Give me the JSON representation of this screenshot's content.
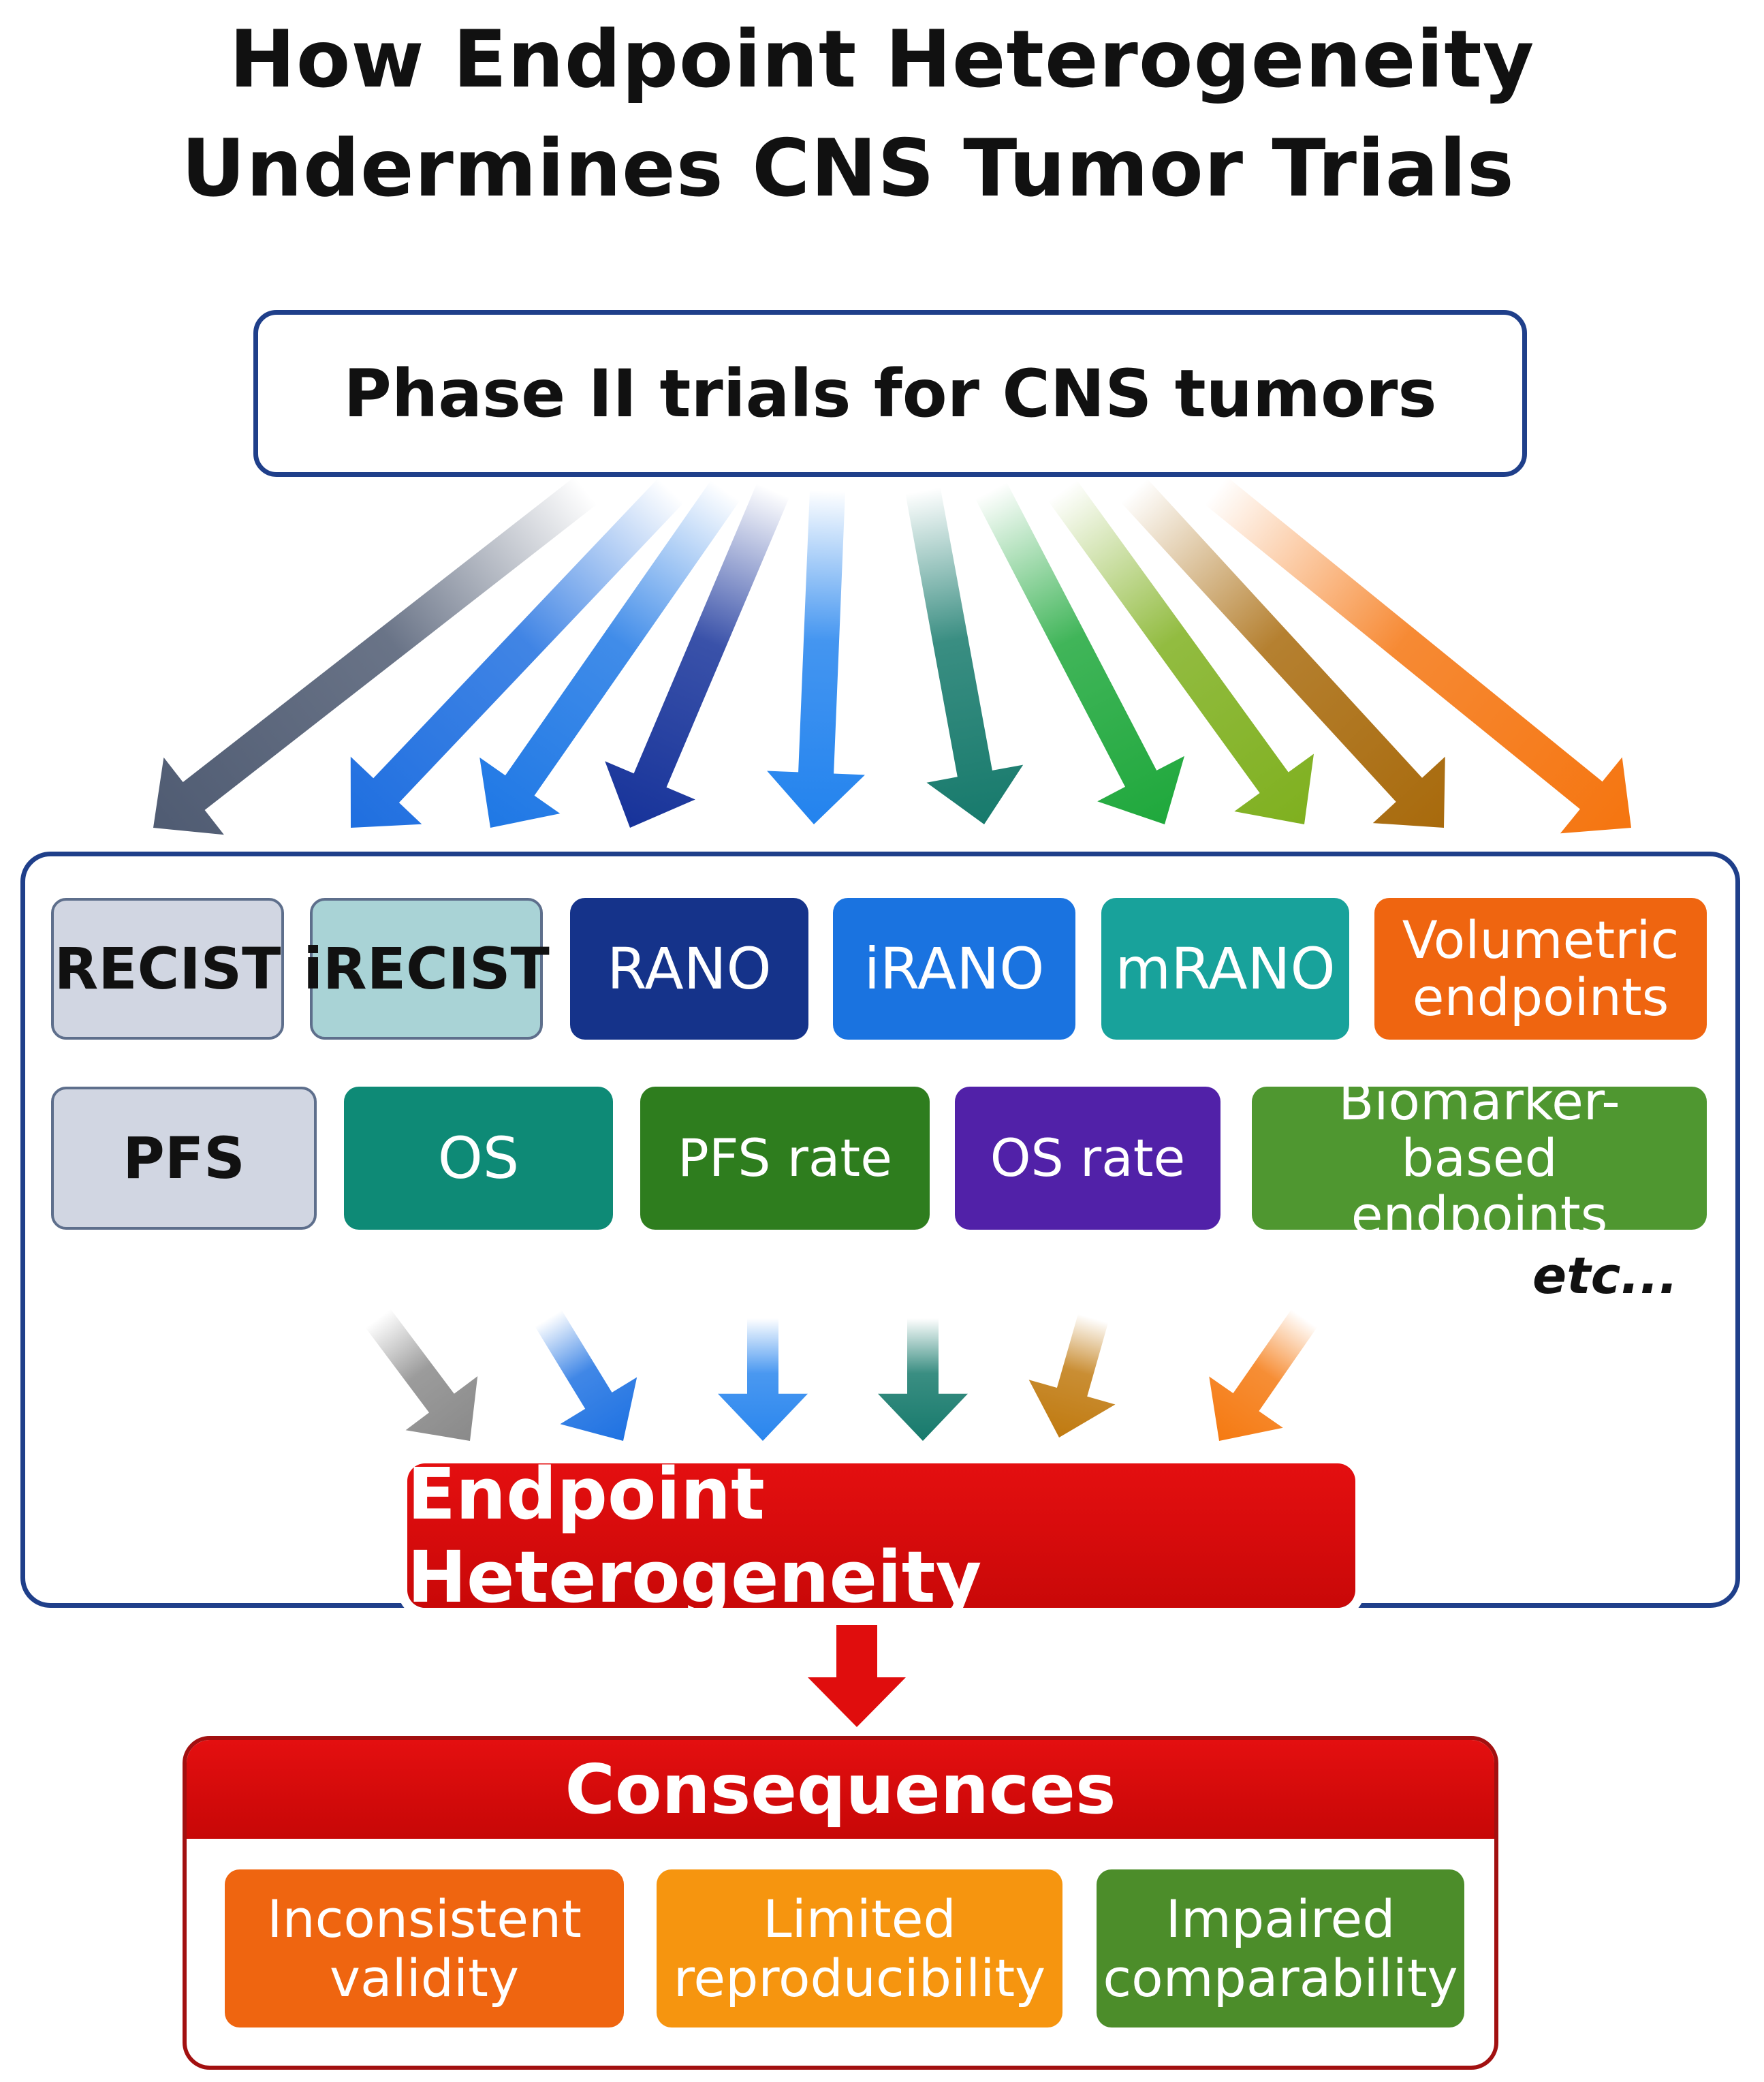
{
  "title": {
    "line1": "How Endpoint Heterogeneity",
    "line2": "Undermines CNS Tumor Trials"
  },
  "source_box": {
    "label": "Phase II trials for CNS tumors"
  },
  "endpoints_row1": [
    {
      "label": "RECIST",
      "color": "#d1d6e2"
    },
    {
      "label": "iRECIST",
      "color": "#a9d3d6"
    },
    {
      "label": "RANO",
      "color": "#15338a"
    },
    {
      "label": "iRANO",
      "color": "#1a73e0"
    },
    {
      "label": "mRANO",
      "color": "#18a29b"
    },
    {
      "label": "Volumetric endpoints",
      "color": "#ef6510"
    }
  ],
  "endpoints_row2": [
    {
      "label": "PFS",
      "color": "#d1d6e2"
    },
    {
      "label": "OS",
      "color": "#0e8a76"
    },
    {
      "label": "PFS rate",
      "color": "#2e7d1e"
    },
    {
      "label": "OS rate",
      "color": "#5121a8"
    },
    {
      "label": "Biomarker-based endpoints",
      "color": "#4f9730"
    }
  ],
  "etc_label": "etc...",
  "arrow_colors": {
    "top": [
      "#4f5b72",
      "#1f6fe0",
      "#1f78e5",
      "#17339a",
      "#2383ee",
      "#177a6c",
      "#1fa83c",
      "#7fb01f",
      "#a86a0c",
      "#f57510"
    ],
    "middle": [
      "#8a8a8a",
      "#1f72e2",
      "#2a86ee",
      "#177a6c",
      "#c07a10",
      "#f57a12"
    ]
  },
  "heterogeneity_label": "Endpoint Heterogeneity",
  "consequences": {
    "header": "Consequences",
    "items": [
      {
        "label": "Inconsistent validity",
        "color": "#ef6510"
      },
      {
        "label": "Limited reproducibility",
        "color": "#f6950f"
      },
      {
        "label": "Impaired comparability",
        "color": "#4c8d2a"
      }
    ]
  }
}
